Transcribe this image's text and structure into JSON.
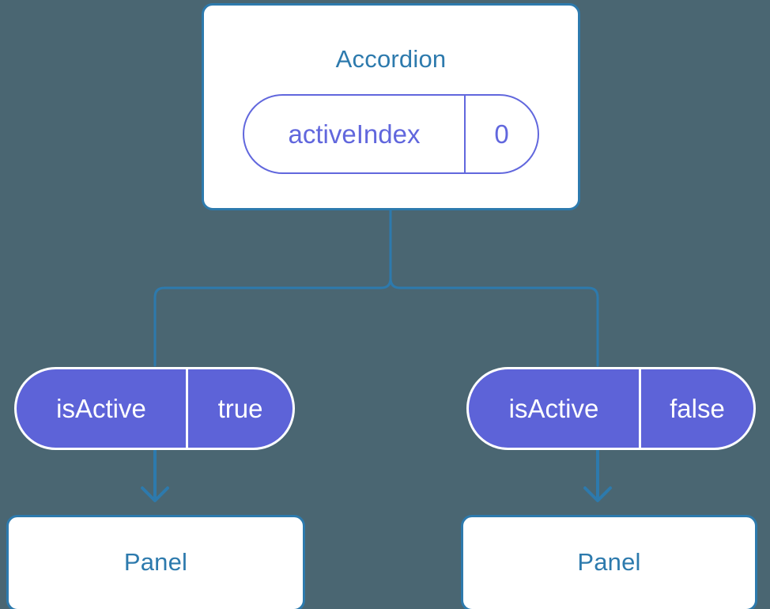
{
  "diagram": {
    "type": "component-tree",
    "background_color": "#4a6672",
    "colors": {
      "box_border": "#2d7aad",
      "box_fill": "#ffffff",
      "box_title_text": "#2d7aad",
      "state_pill_stroke": "#6167dd",
      "state_pill_fill": "#ffffff",
      "state_pill_text": "#6167dd",
      "prop_pill_fill": "#5d63d8",
      "prop_pill_stroke": "#ffffff",
      "prop_pill_text": "#ffffff",
      "connector": "#2d7aad"
    },
    "root": {
      "title": "Accordion",
      "state": {
        "key": "activeIndex",
        "value": "0"
      }
    },
    "branches": [
      {
        "side": "left",
        "prop": {
          "key": "isActive",
          "value": "true"
        },
        "child": {
          "title": "Panel"
        }
      },
      {
        "side": "right",
        "prop": {
          "key": "isActive",
          "value": "false"
        },
        "child": {
          "title": "Panel"
        }
      }
    ]
  }
}
